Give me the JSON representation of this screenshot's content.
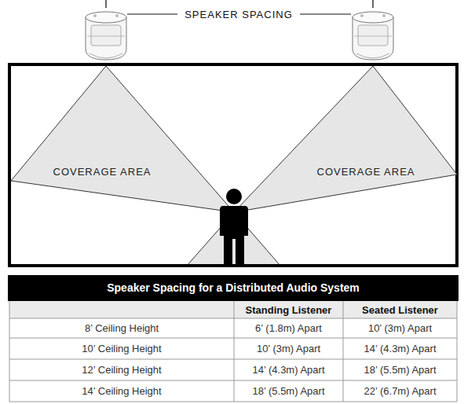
{
  "diagram": {
    "nodes": [
      {
        "text": [
          "COVERAGE AREA"
        ]
      },
      {
        "text": [
          "COVERAGE AREA"
        ]
      },
      {
        "text": [
          "Speaker Spacing for a Distributed Audio System"
        ]
      }
    ],
    "labels": [
      "SPEAKER SPACING",
      "Standing Listener",
      "Seated Listener",
      "8’ Ceiling Height",
      "6’ (1.8m) Apart",
      "10’ (3m) Apart",
      "10’ Ceiling Height",
      "10’ (3m) Apart",
      "14’ (4.3m) Apart",
      "12’ Ceiling Height",
      "14’ (4.3m) Apart",
      "18’ (5.5m) Apart",
      "14’ Ceiling Height",
      "18’ (5.5m) Apart",
      "22’ (6.7m) Apart"
    ]
  }
}
